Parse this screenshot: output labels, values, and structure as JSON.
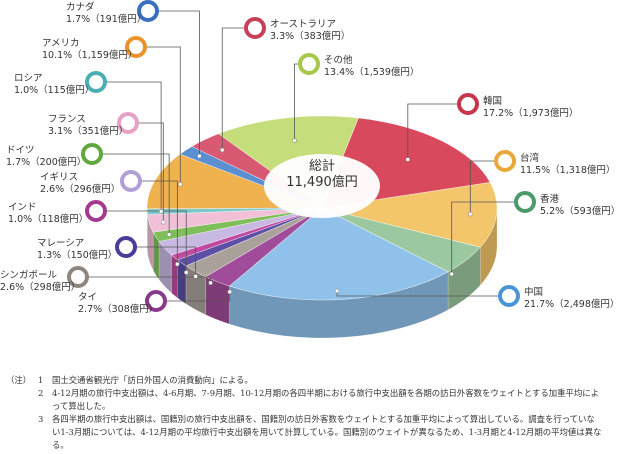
{
  "chart_data": {
    "type": "pie",
    "center_label": {
      "line1": "総計",
      "line2": "11,490億円"
    },
    "slices": [
      {
        "name": "韓国",
        "pct": "17.2%",
        "amount": "（1,973億円）",
        "value": 17.2,
        "color": "#d9495d",
        "marker": "#c9354a"
      },
      {
        "name": "台湾",
        "pct": "11.5%",
        "amount": "（1,318億円）",
        "value": 11.5,
        "color": "#f3c66b",
        "marker": "#eaa83a"
      },
      {
        "name": "香港",
        "pct": "5.2%",
        "amount": "（593億円）",
        "value": 5.2,
        "color": "#9cc89f",
        "marker": "#4b9a6a"
      },
      {
        "name": "中国",
        "pct": "21.7%",
        "amount": "（2,498億円）",
        "value": 21.7,
        "color": "#8fc1ea",
        "marker": "#4a95d6"
      },
      {
        "name": "タイ",
        "pct": "2.7%",
        "amount": "（308億円）",
        "value": 2.7,
        "color": "#a04c9a",
        "marker": "#8a3a8a"
      },
      {
        "name": "シンガポール",
        "pct": "2.6%",
        "amount": "（298億円）",
        "value": 2.6,
        "color": "#aaa29a",
        "marker": "#8e857e"
      },
      {
        "name": "マレーシア",
        "pct": "1.3%",
        "amount": "（150億円）",
        "value": 1.3,
        "color": "#5d4ea6",
        "marker": "#4c3c9a"
      },
      {
        "name": "インド",
        "pct": "1.0%",
        "amount": "（118億円）",
        "value": 1.0,
        "color": "#c04aa0",
        "marker": "#a33a8f"
      },
      {
        "name": "イギリス",
        "pct": "2.6%",
        "amount": "（296億円）",
        "value": 2.6,
        "color": "#c8b9e2",
        "marker": "#b19fd6"
      },
      {
        "name": "ドイツ",
        "pct": "1.7%",
        "amount": "（200億円）",
        "value": 1.7,
        "color": "#7fbf5a",
        "marker": "#5ea83c"
      },
      {
        "name": "フランス",
        "pct": "3.1%",
        "amount": "（351億円）",
        "value": 3.1,
        "color": "#f1bfd6",
        "marker": "#e8a0c4"
      },
      {
        "name": "ロシア",
        "pct": "1.0%",
        "amount": "（115億円）",
        "value": 1.0,
        "color": "#7cc9cc",
        "marker": "#4aaeb4"
      },
      {
        "name": "アメリカ",
        "pct": "10.1%",
        "amount": "（1,159億円）",
        "value": 10.1,
        "color": "#f0b24e",
        "marker": "#e9942a"
      },
      {
        "name": "カナダ",
        "pct": "1.7%",
        "amount": "（191億円）",
        "value": 1.7,
        "color": "#5b8fd2",
        "marker": "#3a6fc0"
      },
      {
        "name": "オーストラリア",
        "pct": "3.3%",
        "amount": "（383億円）",
        "value": 3.3,
        "color": "#d85a72",
        "marker": "#c6405a"
      },
      {
        "name": "その他",
        "pct": "13.4%",
        "amount": "（1,539億円）",
        "value": 13.4,
        "color": "#c5dd7a",
        "marker": "#a6c74a"
      }
    ]
  },
  "notes": {
    "head": "（注）",
    "items": [
      {
        "num": "1",
        "text": "国土交通省観光庁「訪日外国人の消費動向」による。"
      },
      {
        "num": "2",
        "text": "4-12月期の旅行中支出額は、4-6月期、7-9月期、10-12月期の各四半期における旅行中支出額を各期の訪日外客数をウェイトとする加重平均によって算出した。"
      },
      {
        "num": "3",
        "text": "各四半期の旅行中支出額は、国籍別の旅行中支出額を、国籍別の訪日外客数をウェイトとする加重平均によって算出している。調査を行っていない1-3月期については、4-12月期の平均旅行中支出額を用いて計算している。国籍別のウェイトが異なるため、1-3月期と4-12月期の平均値は異なる。"
      }
    ]
  }
}
